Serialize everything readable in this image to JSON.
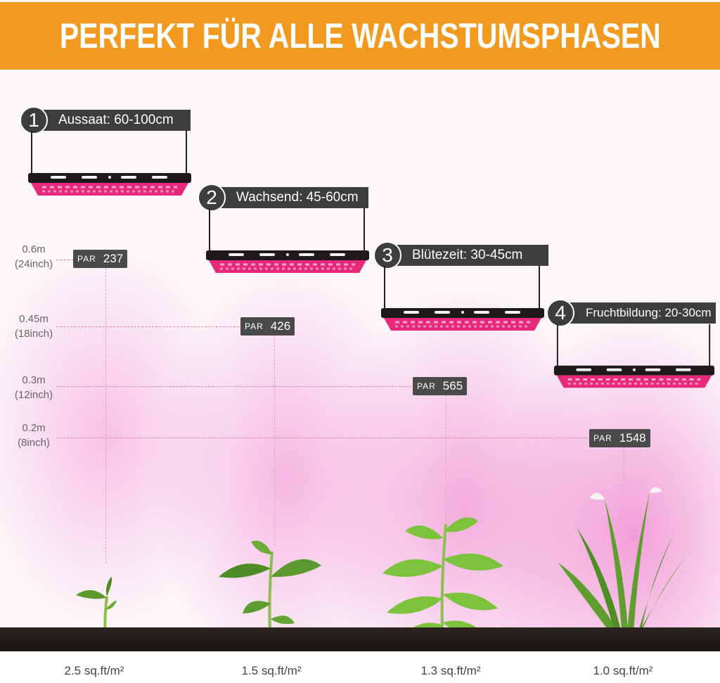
{
  "header": {
    "title": "PERFEKT FÜR ALLE WACHSTUMSPHASEN"
  },
  "stages": [
    {
      "number": "1",
      "label": "Aussaat: 60-100cm"
    },
    {
      "number": "2",
      "label": "Wachsend: 45-60cm"
    },
    {
      "number": "3",
      "label": "Blütezeit: 30-45cm"
    },
    {
      "number": "4",
      "label": "Fruchtbildung: 20-30cm"
    }
  ],
  "heights": [
    {
      "metric": "0.6m",
      "imperial": "(24inch)"
    },
    {
      "metric": "0.45m",
      "imperial": "(18inch)"
    },
    {
      "metric": "0.3m",
      "imperial": "(12inch)"
    },
    {
      "metric": "0.2m",
      "imperial": "(8inch)"
    }
  ],
  "par": [
    {
      "tag": "PAR",
      "value": "237"
    },
    {
      "tag": "PAR",
      "value": "426"
    },
    {
      "tag": "PAR",
      "value": "565"
    },
    {
      "tag": "PAR",
      "value": "1548"
    }
  ],
  "coverage": [
    {
      "value": "2.5 sq.ft/m²"
    },
    {
      "value": "1.5 sq.ft/m²"
    },
    {
      "value": "1.3 sq.ft/m²"
    },
    {
      "value": "1.0 sq.ft/m²"
    }
  ],
  "colors": {
    "header": "#f29a1f",
    "label_bg": "#3d3d3d",
    "glow": "#f080cd",
    "led": "#e8287a"
  },
  "icons": {
    "lamp": "grow-light-icon",
    "plant": "plant-icon",
    "number": "number-badge-icon"
  }
}
